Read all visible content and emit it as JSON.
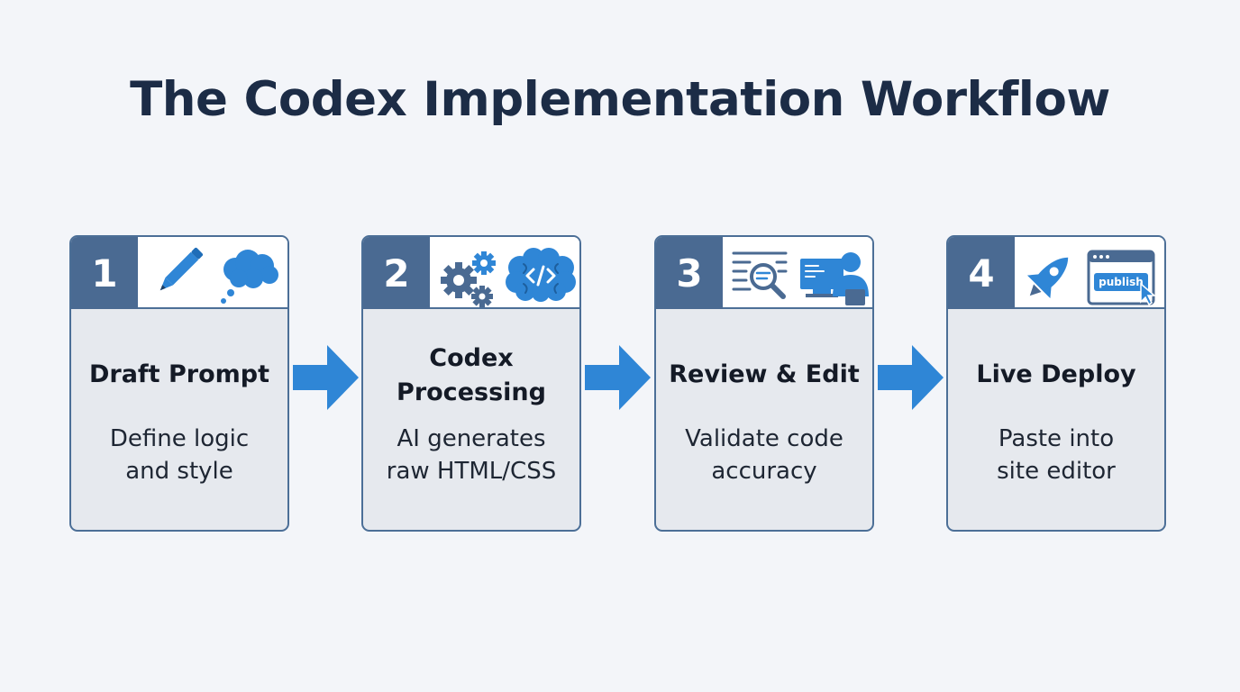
{
  "title": "The Codex Implementation Workflow",
  "colors": {
    "background": "#f3f5f9",
    "card": "#e6e9ee",
    "badge": "#4a6a92",
    "accent": "#2f86d6",
    "title": "#1c2c46"
  },
  "steps": [
    {
      "number": "1",
      "title_lines": [
        "Draft Prompt"
      ],
      "desc_lines": [
        "Define logic",
        "and style"
      ],
      "icons": [
        "pencil-icon",
        "thought-cloud-icon"
      ]
    },
    {
      "number": "2",
      "title_lines": [
        "Codex",
        "Processing"
      ],
      "desc_lines": [
        "AI generates",
        "raw HTML/CSS"
      ],
      "icons": [
        "gears-icon",
        "code-brain-icon"
      ]
    },
    {
      "number": "3",
      "title_lines": [
        "Review & Edit"
      ],
      "desc_lines": [
        "Validate code",
        "accuracy"
      ],
      "icons": [
        "document-search-icon",
        "developer-at-computer-icon"
      ]
    },
    {
      "number": "4",
      "title_lines": [
        "Live Deploy"
      ],
      "desc_lines": [
        "Paste into",
        "site editor"
      ],
      "icons": [
        "rocket-icon",
        "browser-publish-icon"
      ],
      "publish_label": "publish"
    }
  ]
}
